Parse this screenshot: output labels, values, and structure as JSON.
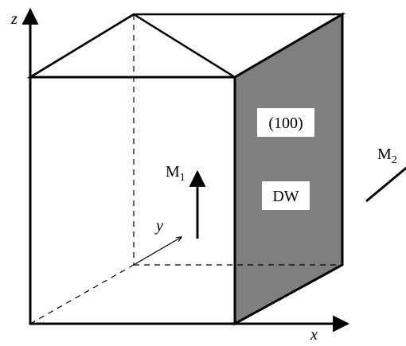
{
  "axes": {
    "x_label": "x",
    "y_label": "y",
    "z_label": "z"
  },
  "labels": {
    "plane": "(100)",
    "domain_wall": "DW",
    "m1_base": "M",
    "m1_sub": "1",
    "m2_base": "M",
    "m2_sub": "2"
  },
  "colors": {
    "line": "#000000",
    "dw_fill": "#7f7f7f",
    "label_bg": "#ffffff"
  }
}
